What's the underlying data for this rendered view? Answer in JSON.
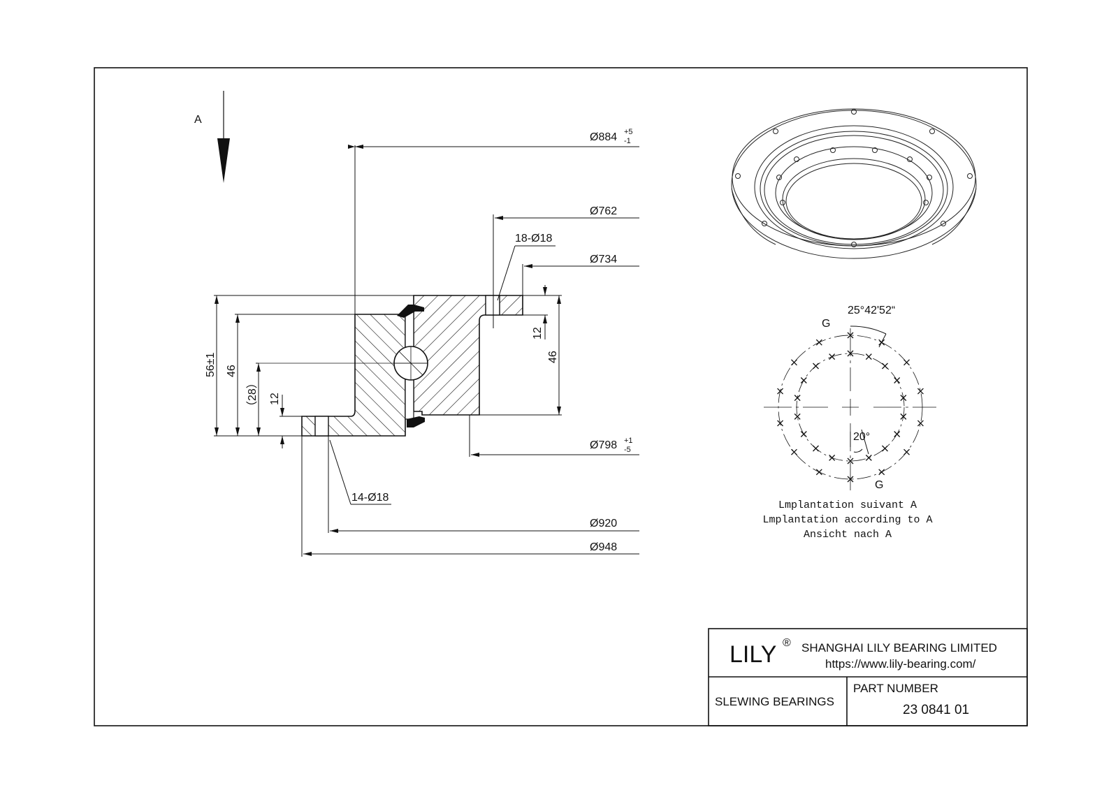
{
  "view_arrow_label": "A",
  "dimensions": {
    "d884": "Ø884",
    "d884_tol_upper": "+5",
    "d884_tol_lower": "-1",
    "d762": "Ø762",
    "holes_inner": "18-Ø18",
    "d734": "Ø734",
    "d798": "Ø798",
    "d798_tol_upper": "+1",
    "d798_tol_lower": "-5",
    "holes_outer": "14-Ø18",
    "d920": "Ø920",
    "d948": "Ø948",
    "h56": "56±1",
    "h46_left": "46",
    "h28": "（28）",
    "h12_left": "12",
    "h12_right": "12",
    "h46_right": "46"
  },
  "hole_pattern": {
    "angle_top": "25°42'52“",
    "angle_bottom": "20°",
    "label_g_top": "G",
    "label_g_bottom": "G",
    "caption_fr": "Lmplantation suivant A",
    "caption_en": "Lmplantation according to A",
    "caption_de": "Ansicht nach A"
  },
  "title_block": {
    "brand": "LILY",
    "registered_mark": "®",
    "company": "SHANGHAI LILY BEARING LIMITED",
    "website": "https://www.lily-bearing.com/",
    "category": "SLEWING BEARINGS",
    "part_number_label": "PART  NUMBER",
    "part_number": "23 0841 01"
  }
}
